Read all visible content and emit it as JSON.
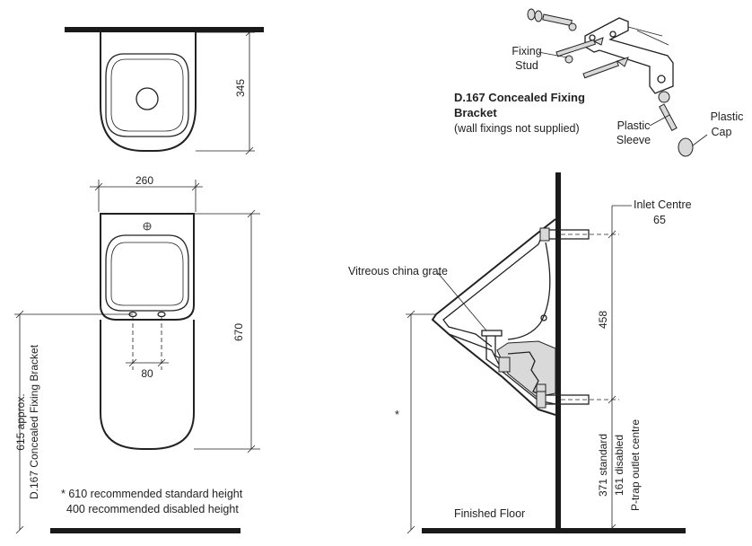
{
  "top_view": {
    "dim_depth": "345"
  },
  "front_view": {
    "dim_width": "260",
    "dim_height": "670",
    "dim_fixing_spacing": "80",
    "side_label_line1": "615 approx.",
    "side_label_line2": "D.167 Concealed Fixing Bracket"
  },
  "notes": {
    "line1": "* 610 recommended standard height",
    "line2": "400 recommended disabled height"
  },
  "bracket": {
    "title_line1": "D.167 Concealed Fixing",
    "title_line2": "Bracket",
    "subtitle": "(wall fixings not supplied)",
    "fixing_stud_line1": "Fixing",
    "fixing_stud_line2": "Stud",
    "plastic_sleeve_line1": "Plastic",
    "plastic_sleeve_line2": "Sleeve",
    "plastic_cap_line1": "Plastic",
    "plastic_cap_line2": "Cap"
  },
  "section_view": {
    "inlet_centre_line1": "Inlet Centre",
    "inlet_centre_line2": "65",
    "grate_label": "Vitreous china grate",
    "dim_458": "458",
    "dim_371": "371 standard",
    "dim_161": "161 disabled",
    "outlet_label": "P-trap outlet centre",
    "asterisk": "*",
    "floor_label": "Finished Floor"
  }
}
